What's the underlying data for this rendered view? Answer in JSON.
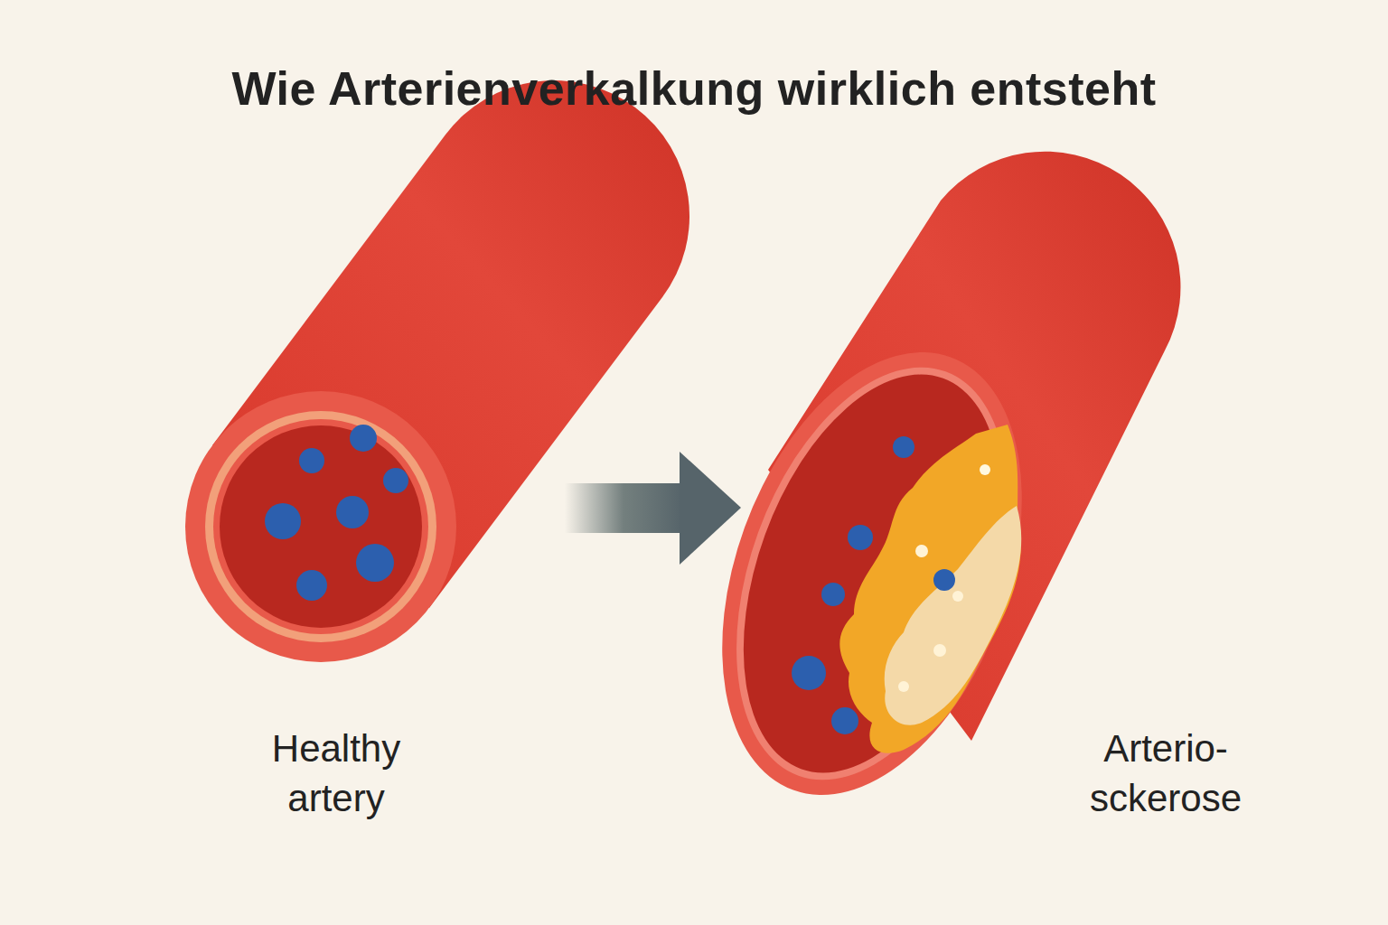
{
  "diagram": {
    "title": "Wie Arterienverkalkung wirklich entsteht",
    "labels": [
      "Healthy artery",
      "Arterio- sckerose"
    ]
  }
}
